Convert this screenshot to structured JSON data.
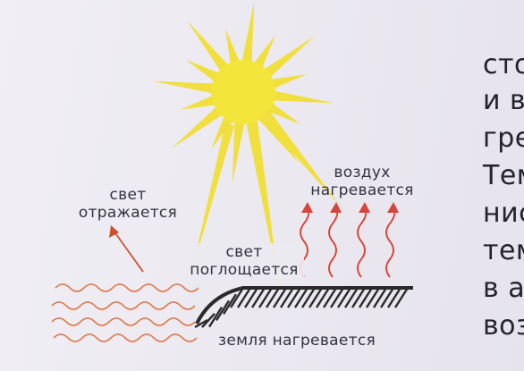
{
  "labels": {
    "light_reflected": [
      "свет",
      "отражается"
    ],
    "air_heated": [
      "воздух",
      "нагревается"
    ],
    "light_absorbed": [
      "свет",
      "поглощается"
    ],
    "ground_heated": "земля нагревается"
  },
  "body_text_fragments": [
    "сто",
    "и в",
    "гре",
    "Тем",
    "нис",
    "тем",
    "в а",
    "воз"
  ],
  "colors": {
    "sun": "#f4e53a",
    "sun_rays": "#f0df3c",
    "reflected_arrow": "#c9522e",
    "water_waves": "#e07a4e",
    "heat_waves": "#d9443a",
    "ground": "#2a2a2a",
    "text": "#33333d"
  }
}
